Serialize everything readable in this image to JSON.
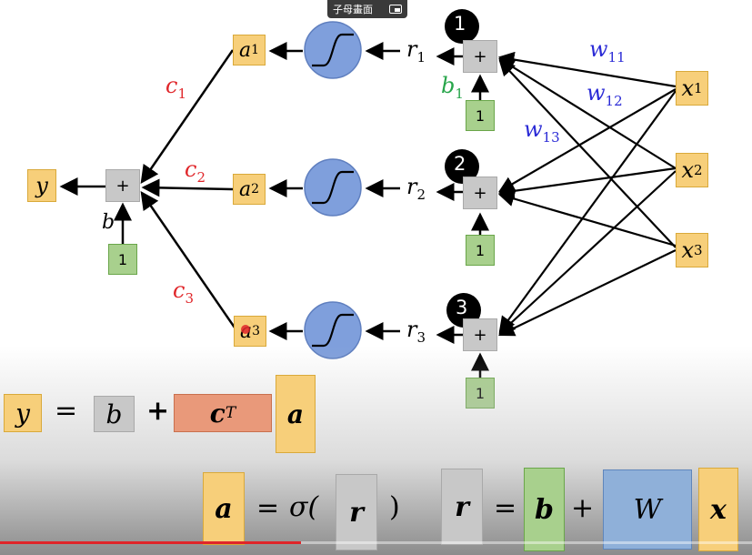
{
  "toolbar": {
    "mini_label": "子母畫面",
    "icon": "picture-in-picture-icon"
  },
  "nodes": {
    "y": "y",
    "b": "b",
    "one": "1",
    "plus": "+",
    "a1": "a",
    "a1_sub": "1",
    "a2": "a",
    "a2_sub": "2",
    "a3": "a",
    "a3_sub": "3",
    "r1": "r",
    "r1_sub": "1",
    "r2": "r",
    "r2_sub": "2",
    "r3": "r",
    "r3_sub": "3",
    "x1": "x",
    "x1_sub": "1",
    "x2": "x",
    "x2_sub": "2",
    "x3": "x",
    "x3_sub": "3",
    "c1": "c",
    "c1_sub": "1",
    "c2": "c",
    "c2_sub": "2",
    "c3": "c",
    "c3_sub": "3",
    "b1": "b",
    "b1_sub": "1",
    "w11": "w",
    "w11_sub": "11",
    "w12": "w",
    "w12_sub": "12",
    "w13": "w",
    "w13_sub": "13",
    "n1": "1",
    "n2": "2",
    "n3": "3"
  },
  "equations": {
    "eq1": {
      "y": "y",
      "eq": "=",
      "b": "b",
      "plus": "+",
      "c": "c",
      "T": "T",
      "a": "a"
    },
    "eq2": {
      "a": "a",
      "eq": "=",
      "sigma": "σ(",
      "r": "r",
      "close": ")"
    },
    "eq3": {
      "r": "r",
      "eq": "=",
      "b": "b",
      "plus": "+",
      "W": "W",
      "x": "x"
    }
  },
  "colors": {
    "red": "#e0262a",
    "blue": "#2b2bd6",
    "green": "#27a54a",
    "yellow": "#f7cf7a",
    "gray": "#c8c8c8"
  },
  "progress": {
    "fraction": 0.4
  }
}
